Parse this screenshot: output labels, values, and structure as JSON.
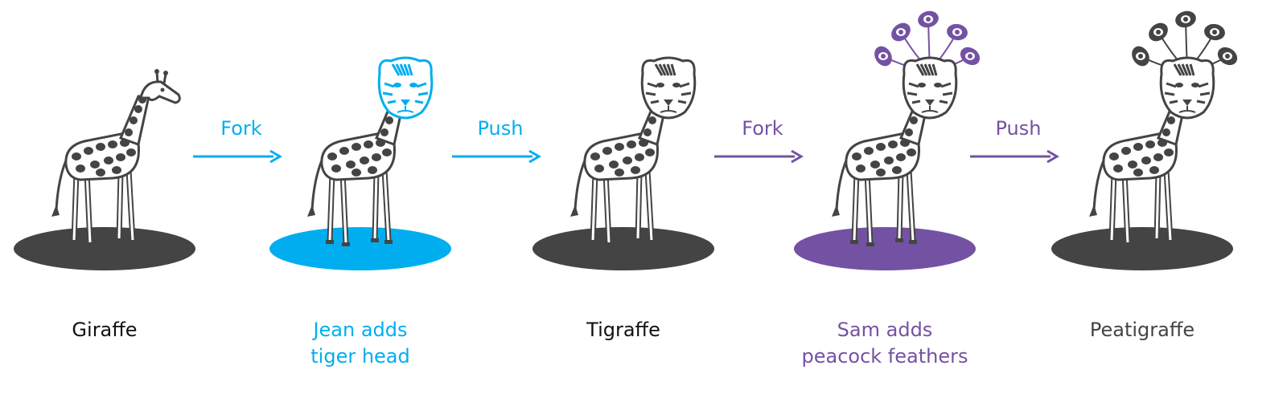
{
  "colors": {
    "dark": "#444444",
    "blue": "#00aeef",
    "purple": "#7452a3",
    "text_dark": "#111111",
    "text_gray": "#444444"
  },
  "stages": [
    {
      "lines": [
        "Giraffe"
      ],
      "base": "dark",
      "text_color": "text_dark",
      "head": "giraffe-head",
      "head_color": "dark",
      "feathers": "none"
    },
    {
      "lines": [
        "Jean adds",
        "tiger head"
      ],
      "base": "blue",
      "text_color": "blue",
      "head": "tiger-head",
      "head_color": "blue",
      "feathers": "none"
    },
    {
      "lines": [
        "Tigraffe"
      ],
      "base": "dark",
      "text_color": "text_dark",
      "head": "tiger-head",
      "head_color": "dark",
      "feathers": "none"
    },
    {
      "lines": [
        "Sam adds",
        "peacock feathers"
      ],
      "base": "purple",
      "text_color": "purple",
      "head": "tiger-head",
      "head_color": "dark",
      "feathers": "purple"
    },
    {
      "lines": [
        "Peatigraffe"
      ],
      "base": "dark",
      "text_color": "text_gray",
      "head": "tiger-head",
      "head_color": "dark",
      "feathers": "dark"
    }
  ],
  "arrows": [
    {
      "label": "Fork",
      "color": "blue"
    },
    {
      "label": "Push",
      "color": "blue"
    },
    {
      "label": "Fork",
      "color": "purple"
    },
    {
      "label": "Push",
      "color": "purple"
    }
  ]
}
